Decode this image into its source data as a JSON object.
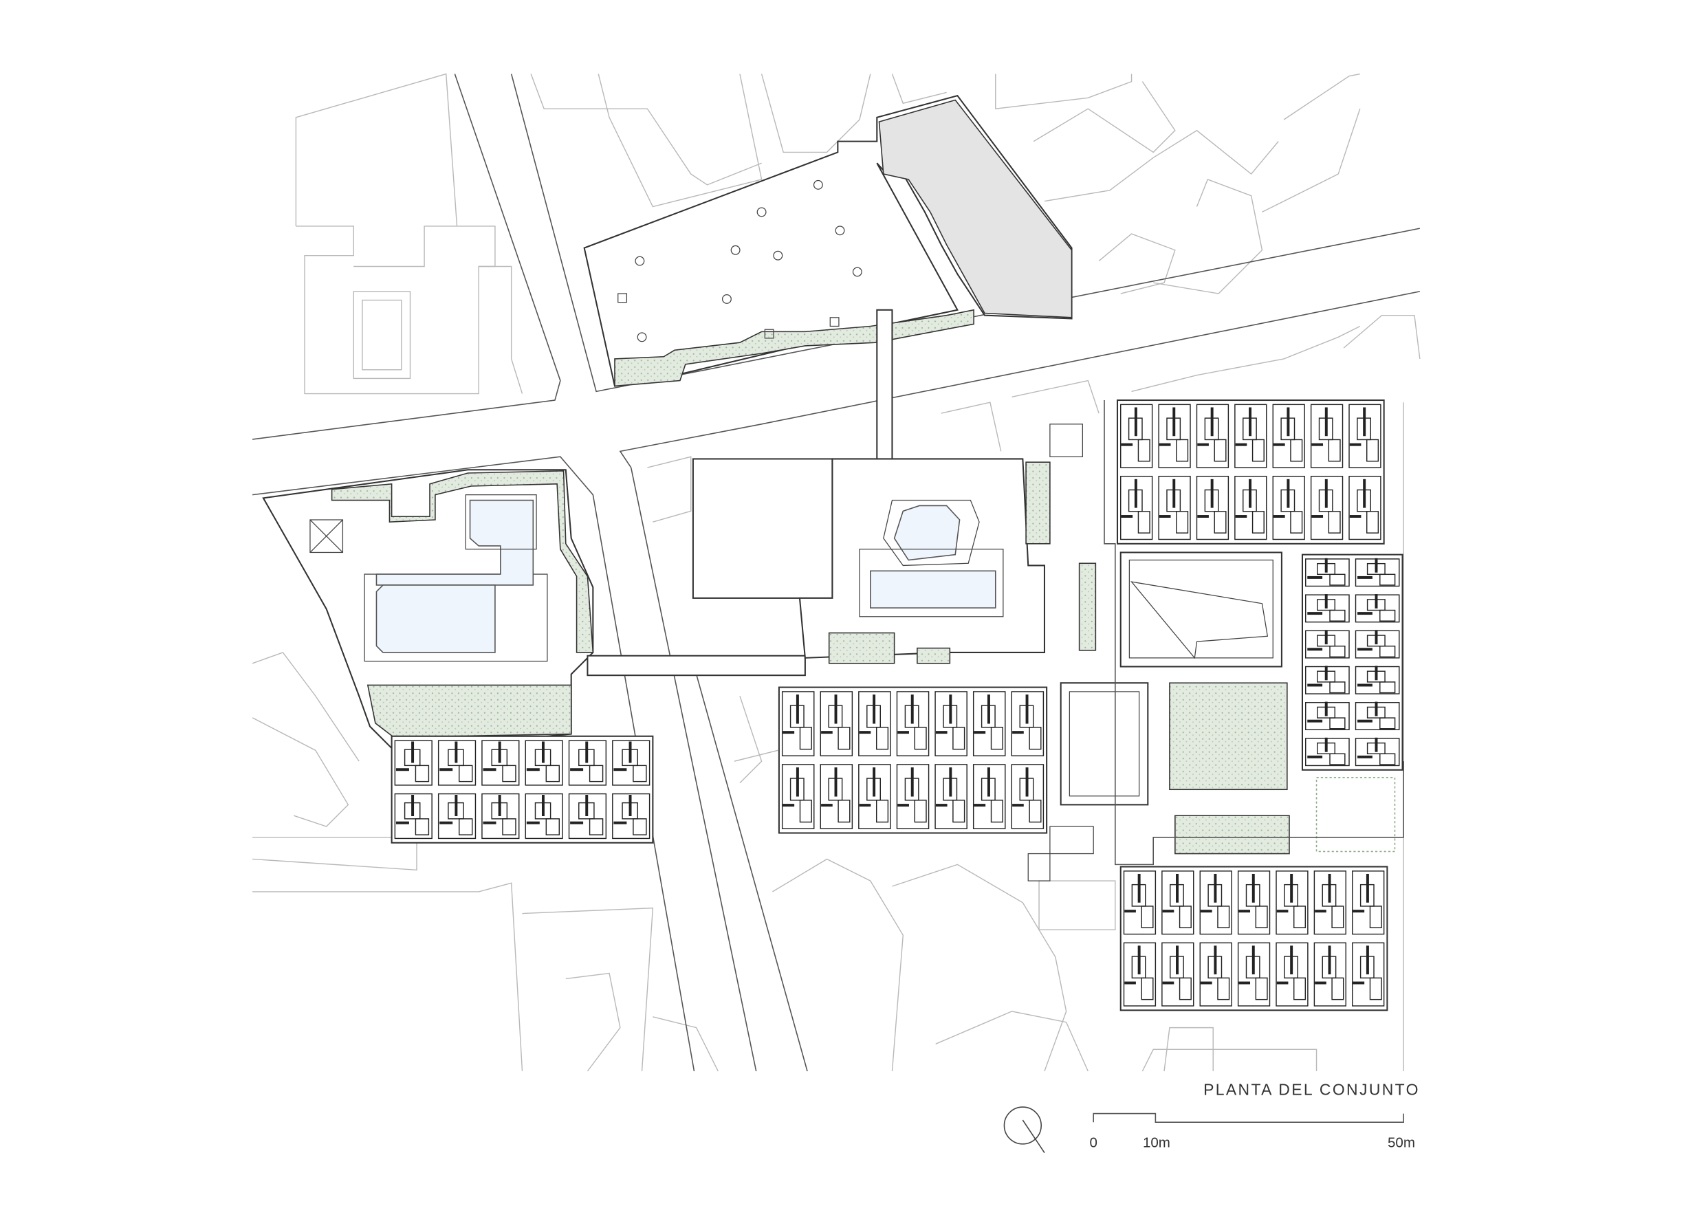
{
  "drawing": {
    "title": "PLANTA DEL CONJUNTO",
    "scale_bar": {
      "labels": [
        "0",
        "10m",
        "50m"
      ],
      "unit": "m",
      "values": [
        0,
        10,
        50
      ]
    },
    "north_arrow": "compass-icon"
  },
  "colors": {
    "pool": "#eef5fd",
    "planting": "#dfe8dc",
    "roof_grey": "#e4e4e4",
    "line": "#333333",
    "context_line": "#b9b9b9"
  }
}
